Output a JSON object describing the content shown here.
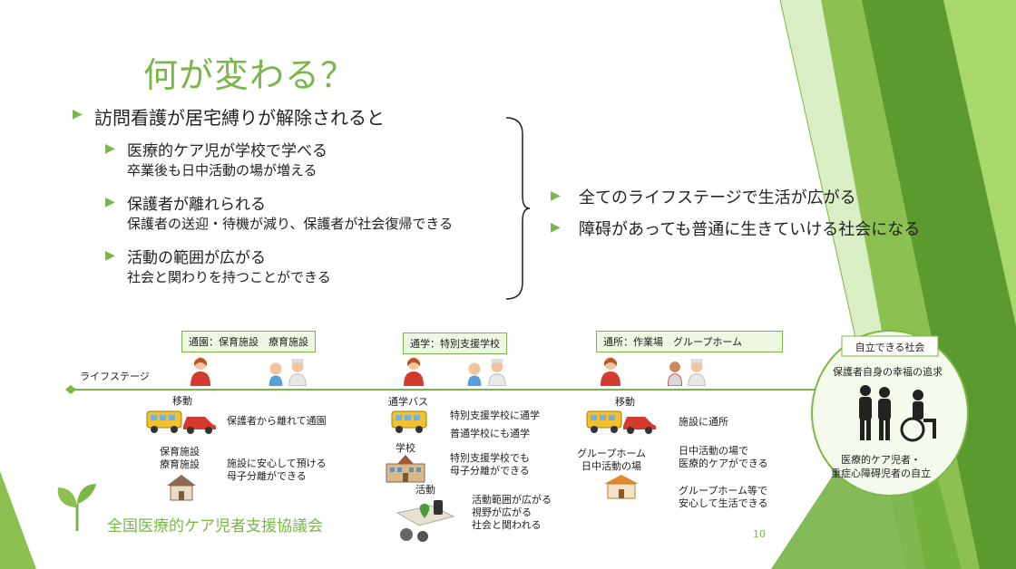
{
  "slide": {
    "title": "何が変わる？",
    "main_bullet": "訪問看護が居宅縛りが解除されると",
    "sub_items": [
      {
        "head": "医療的ケア児が学校で学べる",
        "detail": "卒業後も日中活動の場が増える"
      },
      {
        "head": "保護者が離れられる",
        "detail": "保護者の送迎・待機が減り、保護者が社会復帰できる"
      },
      {
        "head": "活動の範囲が広がる",
        "detail": "社会と関わりを持つことができる"
      }
    ],
    "results": [
      "全てのライフステージで生活が広がる",
      "障碍があっても普通に生きていける社会になる"
    ]
  },
  "timeline": {
    "label": "ライフステージ",
    "stage_tags": [
      "通園：保育施設　療育施設",
      "通学：特別支援学校",
      "通所：作業場　グループホーム"
    ],
    "stage1": {
      "move_label": "移動",
      "move_text": "保護者から離れて通園",
      "facility_label": [
        "保育施設",
        "療育施設"
      ],
      "facility_text": [
        "施設に安心して預ける",
        "母子分離ができる"
      ]
    },
    "stage2": {
      "bus_label": "通学バス",
      "bus_text": [
        "特別支援学校に通学",
        "普通学校にも通学"
      ],
      "school_label": "学校",
      "school_text": [
        "特別支援学校でも",
        "母子分離ができる"
      ],
      "activity_label": "活動",
      "activity_text": [
        "活動範囲が広がる",
        "視野が広がる",
        "社会と関われる"
      ]
    },
    "stage3": {
      "move_label": "移動",
      "move_text": "施設に通所",
      "home_label": [
        "グループホーム",
        "日中活動の場"
      ],
      "home_text1": [
        "日中活動の場で",
        "医療的ケアができる"
      ],
      "home_text2": [
        "グループホーム等で",
        "安心して生活できる"
      ]
    },
    "goal": {
      "title": "自立できる社会",
      "top_text": "保護者自身の幸福の追求",
      "bottom_text": [
        "医療的ケア児者・",
        "重症心障碍児者の自立"
      ]
    }
  },
  "footer": {
    "org_name": "全国医療的ケア児者支援協議会",
    "page_number": "10"
  },
  "colors": {
    "accent": "#7ab648",
    "dark_green": "#4e8a2a",
    "light_green": "#a7d37a"
  }
}
